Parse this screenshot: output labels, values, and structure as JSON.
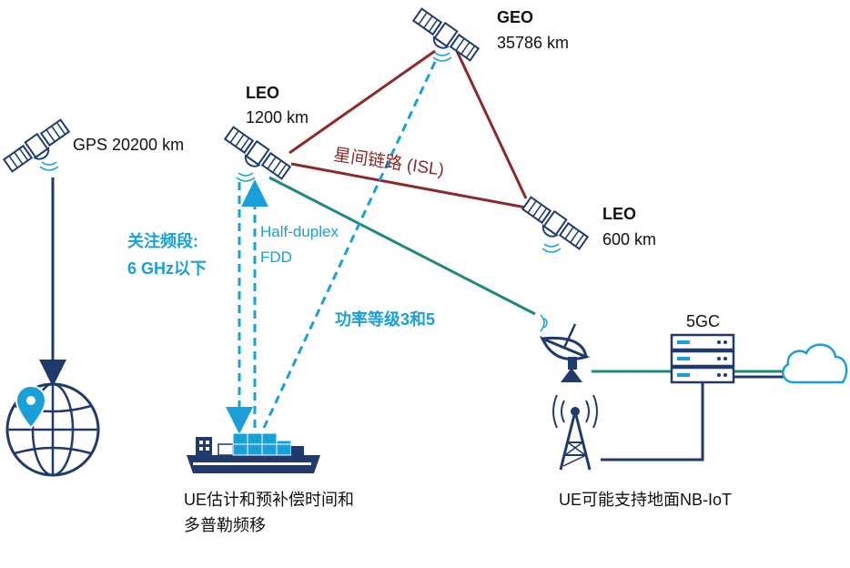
{
  "satellites": {
    "geo": {
      "name": "GEO",
      "altitude": "35786 km"
    },
    "leo_1200": {
      "name": "LEO",
      "altitude": "1200 km"
    },
    "leo_600": {
      "name": "LEO",
      "altitude": "600 km"
    },
    "gps": {
      "label": "GPS 20200 km"
    }
  },
  "links": {
    "isl": "星间链路 (ISL)",
    "band_line1": "关注频段:",
    "band_line2": "6 GHz以下",
    "duplex_line1": "Half-duplex",
    "duplex_line2": "FDD",
    "power_class": "功率等级3和5"
  },
  "nodes": {
    "core": "5GC",
    "ship_caption_line1": "UE估计和预补偿时间和",
    "ship_caption_line2": "多普勒频移",
    "tower_caption": "UE可能支持地面NB-IoT"
  },
  "colors": {
    "isl": "#8b2a2a",
    "feeder": "#1e8a7a",
    "service": "#1aa0d8",
    "dark": "#1f3a6b",
    "cloud": "#1aa0d8"
  }
}
